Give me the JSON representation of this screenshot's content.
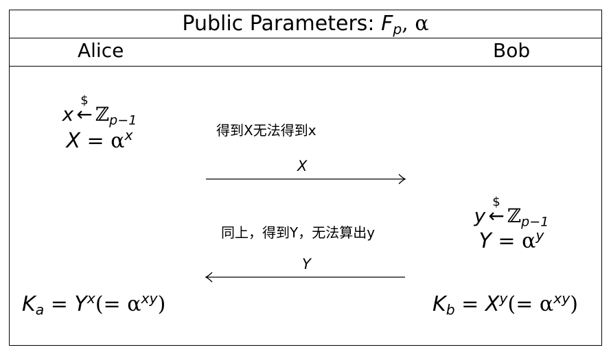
{
  "header": {
    "title_text": "Public Parameters: ",
    "title_var": "F",
    "title_sub": "p",
    "title_rest": ", α"
  },
  "parties": {
    "alice": "Alice",
    "bob": "Bob"
  },
  "alice": {
    "sample_var": "x",
    "sample_sup": "$",
    "arrow_glyph": "←",
    "group": "ℤ",
    "group_sub": "p−1",
    "pub_lhs": "X",
    "pub_base": "α",
    "pub_exp": "x",
    "key_lhs": "K",
    "key_sub": "a",
    "key_base": "Y",
    "key_exp": "x",
    "key_paren_open": "(= α",
    "key_paren_exp": "xy",
    "key_paren_close": ")"
  },
  "bob": {
    "sample_var": "y",
    "sample_sup": "$",
    "arrow_glyph": "←",
    "group": "ℤ",
    "group_sub": "p−1",
    "pub_lhs": "Y",
    "pub_base": "α",
    "pub_exp": "y",
    "key_lhs": "K",
    "key_sub": "b",
    "key_base": "X",
    "key_exp": "y",
    "key_paren_open": "(= α",
    "key_paren_exp": "xy",
    "key_paren_close": ")"
  },
  "messages": [
    {
      "note": "得到X无法得到x",
      "label": "X",
      "direction": "right"
    },
    {
      "note": "同上，得到Y，无法算出y",
      "label": "Y",
      "direction": "left"
    }
  ]
}
